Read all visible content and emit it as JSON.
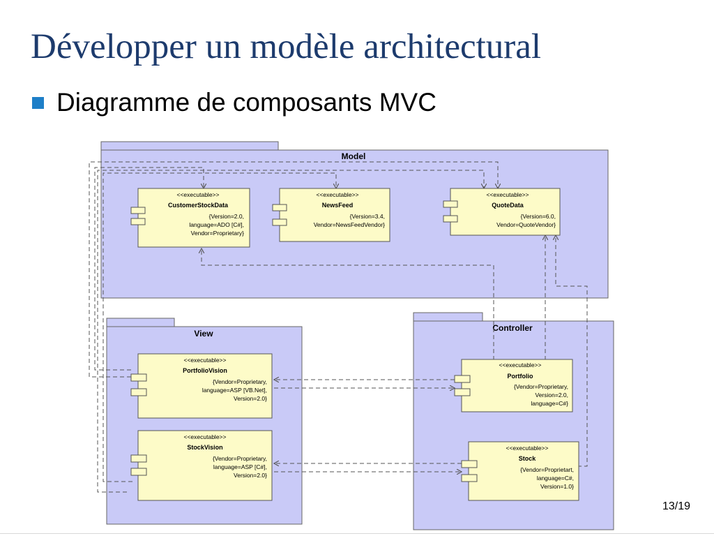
{
  "slide": {
    "title": "Développer un modèle architectural",
    "bullet": "Diagramme de composants MVC",
    "page_number": "13/19"
  },
  "colors": {
    "title": "#1d3b6d",
    "bullet": "#1e7fc8",
    "package_fill": "#c9caf7",
    "component_fill": "#fdfbc8",
    "line": "#555555"
  },
  "diagram": {
    "packages": {
      "model": "Model",
      "view": "View",
      "controller": "Controller"
    },
    "components": {
      "customer_stock_data": {
        "stereotype": "<<executable>>",
        "name": "CustomerStockData",
        "props": [
          "{Version=2.0,",
          "language=ADO [C#],",
          "Vendor=Proprietary}"
        ]
      },
      "news_feed": {
        "stereotype": "<<executable>>",
        "name": "NewsFeed",
        "props": [
          "{Version=3.4,",
          "Vendor=NewsFeedVendor}"
        ]
      },
      "quote_data": {
        "stereotype": "<<executable>>",
        "name": "QuoteData",
        "props": [
          "{Version=6.0,",
          "Vendor=QuoteVendor}"
        ]
      },
      "portfolio_vision": {
        "stereotype": "<<executable>>",
        "name": "PortfolioVision",
        "props": [
          "{Vendor=Proprietary,",
          "language=ASP [VB.Net],",
          "Version=2.0}"
        ]
      },
      "stock_vision": {
        "stereotype": "<<executable>>",
        "name": "StockVision",
        "props": [
          "{Vendor=Proprietary,",
          "language=ASP [C#],",
          "Version=2.0}"
        ]
      },
      "portfolio": {
        "stereotype": "<<executable>>",
        "name": "Portfolio",
        "props": [
          "{Vendor=Proprietary,",
          "Version=2.0,",
          "language=C#}"
        ]
      },
      "stock": {
        "stereotype": "<<executable>>",
        "name": "Stock",
        "props": [
          "{Vendor=Proprietart,",
          "language=C#,",
          "Version=1.0}"
        ]
      }
    }
  }
}
